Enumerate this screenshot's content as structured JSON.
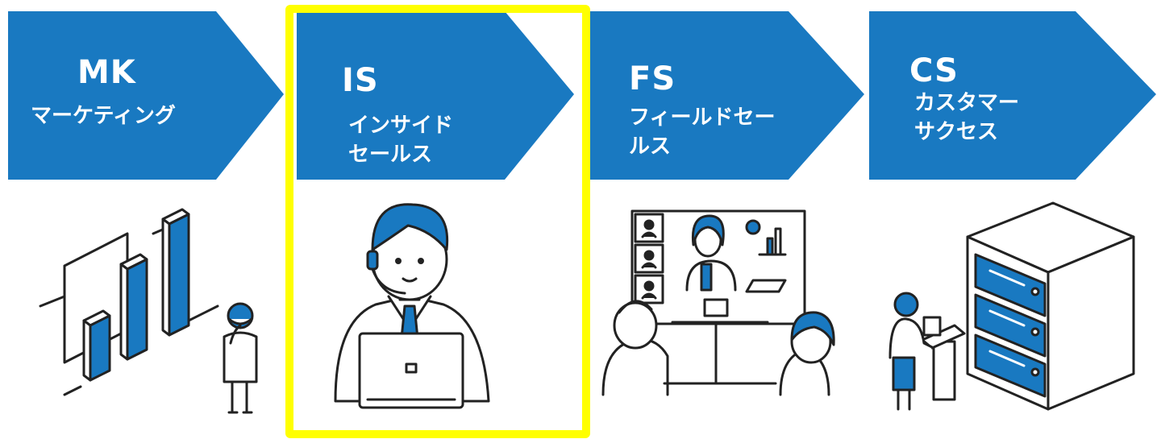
{
  "colors": {
    "arrow": "#1979c1",
    "highlight": "#ffff00",
    "line": "#222222"
  },
  "stages": [
    {
      "code": "MK",
      "label": "マーケティング"
    },
    {
      "code": "IS",
      "label": "インサイド\nセールス",
      "highlighted": true
    },
    {
      "code": "FS",
      "label": "フィールドセー\nルス"
    },
    {
      "code": "CS",
      "label": "カスタマー\nサクセス"
    }
  ],
  "illustrations": [
    {
      "icon": "bar-chart-with-person-icon"
    },
    {
      "icon": "headset-person-laptop-icon"
    },
    {
      "icon": "video-meeting-icon"
    },
    {
      "icon": "server-rack-with-person-icon"
    }
  ]
}
